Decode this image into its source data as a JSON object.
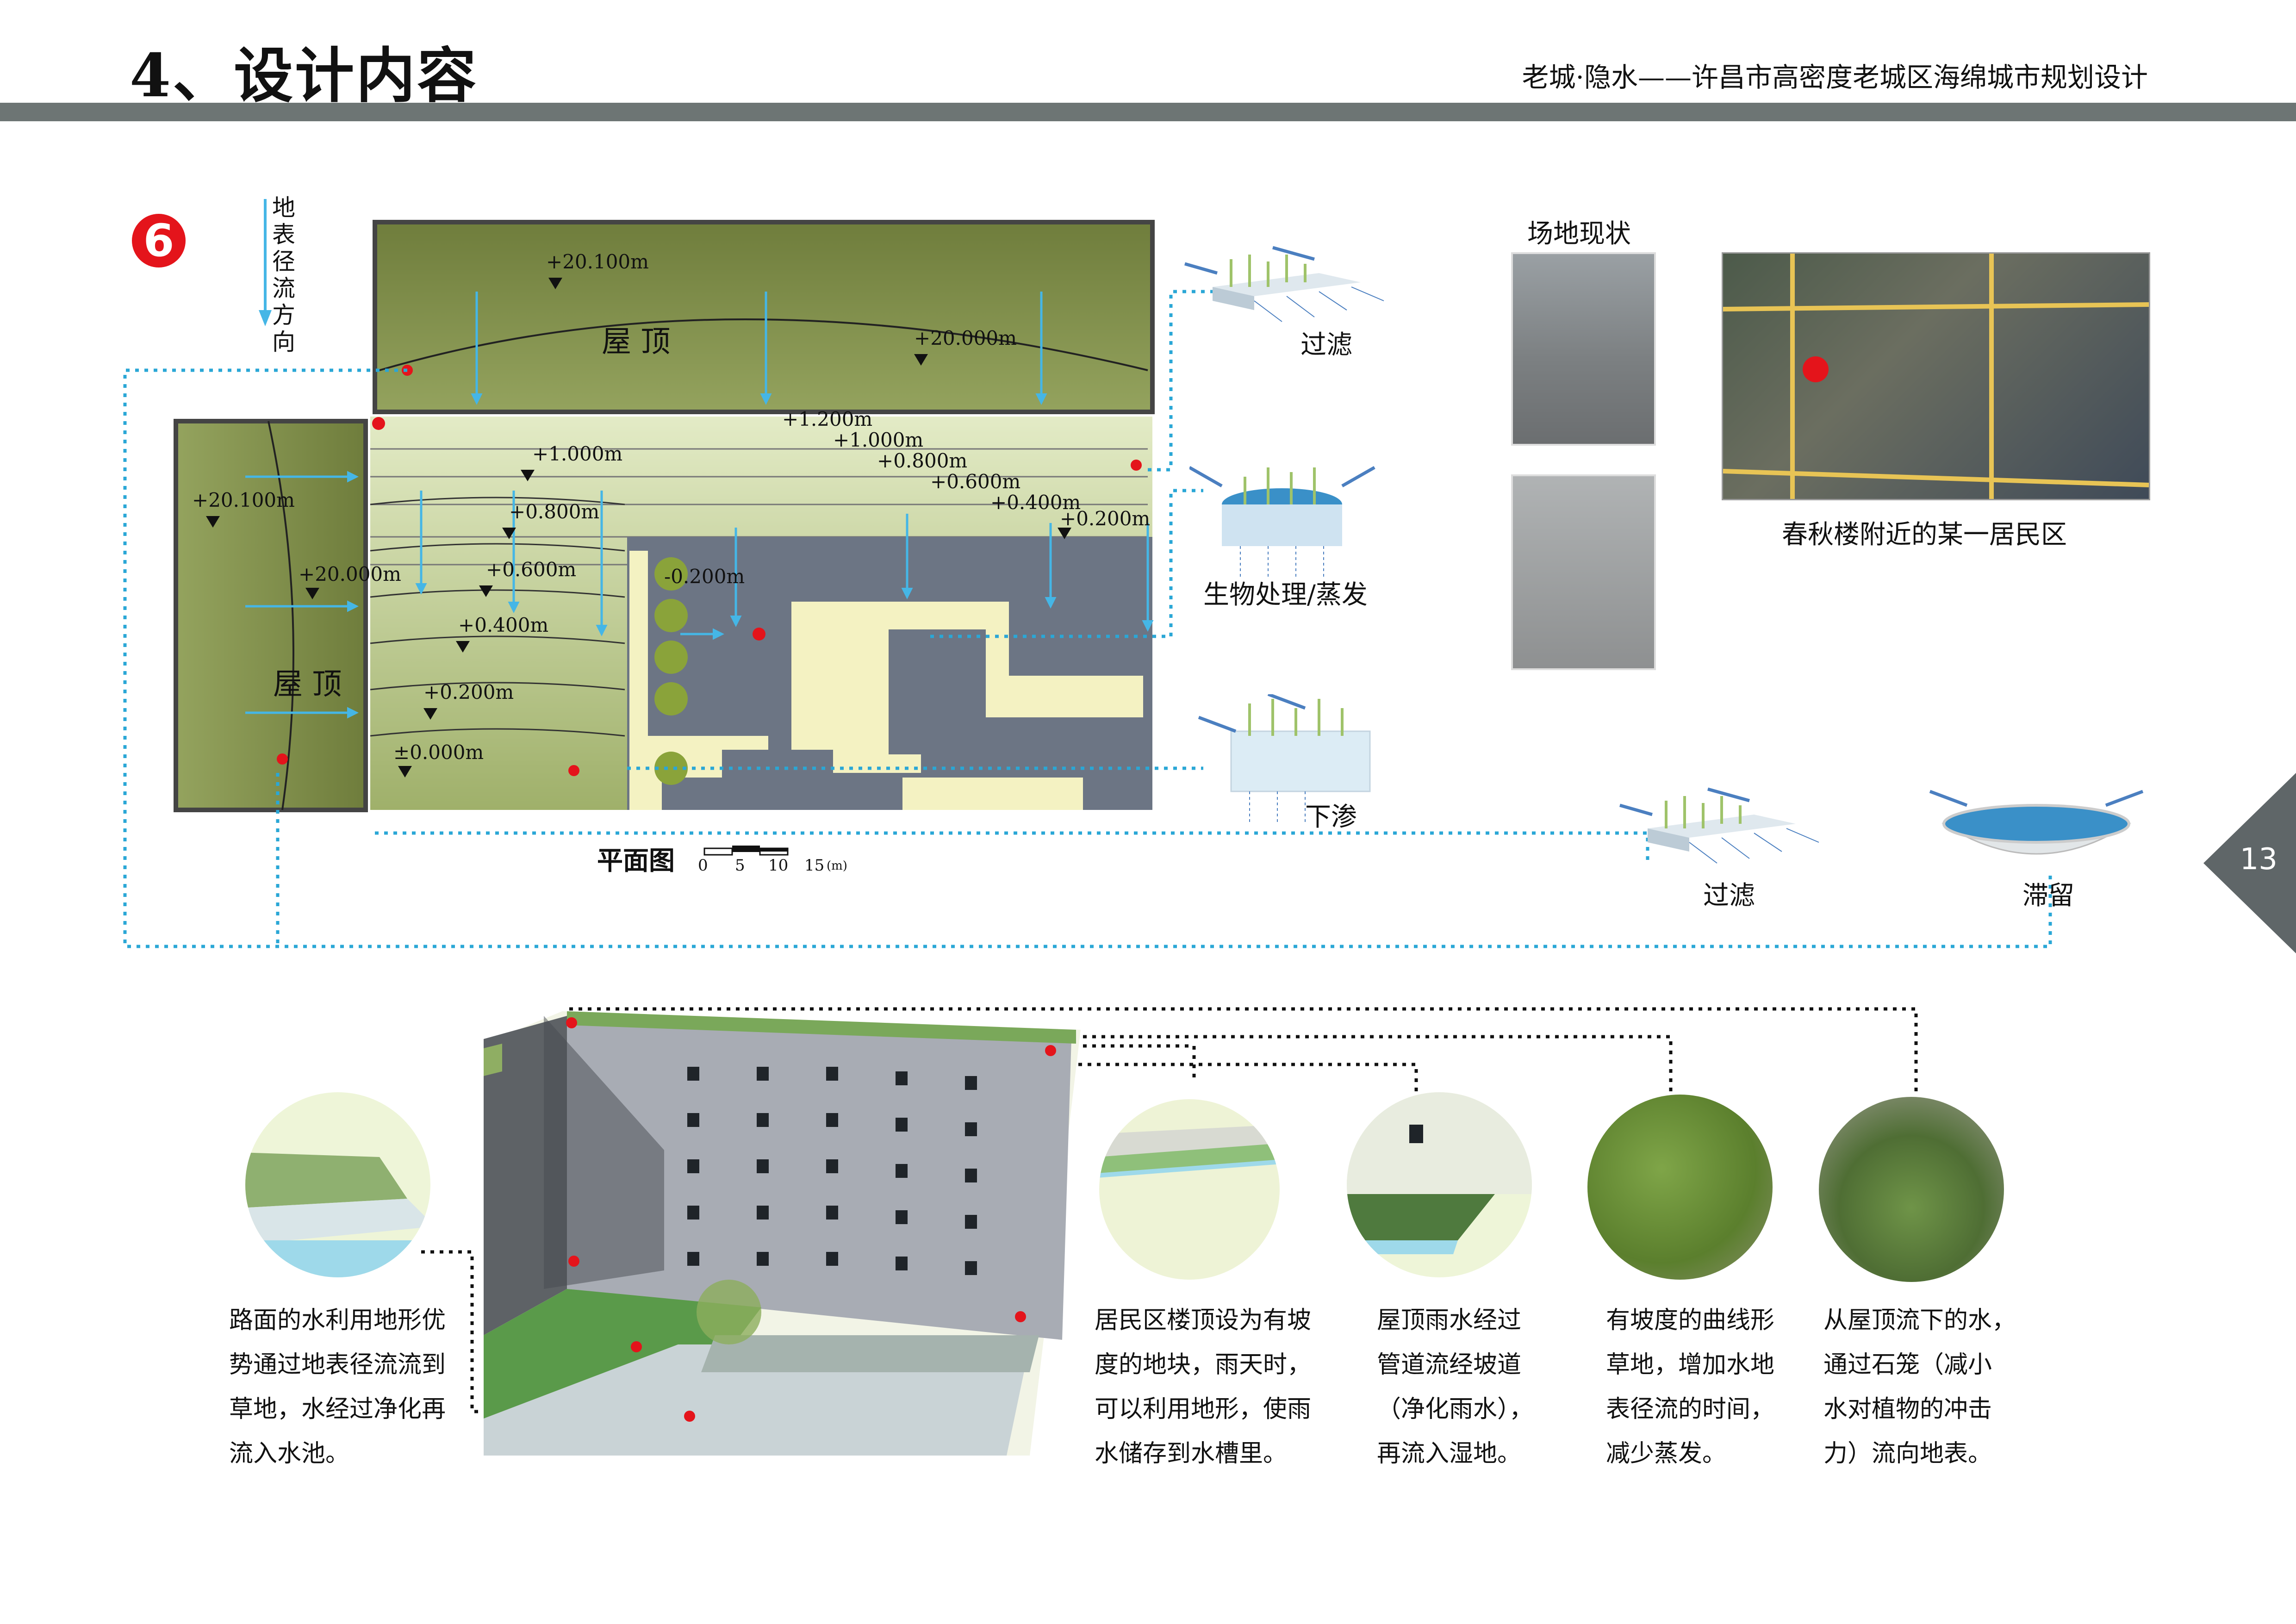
{
  "header": {
    "title": "4、设计内容",
    "subtitle": "老城·隐水——许昌市高密度老城区海绵城市规划设计"
  },
  "page_number": "13",
  "site_number": "6",
  "runoff_label": "地表径流方向",
  "plan": {
    "caption": "平面图",
    "scale_ticks": [
      "0",
      "5",
      "10",
      "15"
    ],
    "scale_unit": "(m)",
    "roof_label_top": "屋 顶",
    "roof_label_left": "屋 顶",
    "elevations": [
      "+20.100m",
      "+20.000m",
      "+20.100m",
      "+20.000m",
      "+1.200m",
      "+1.000m",
      "+0.800m",
      "+0.600m",
      "+0.400m",
      "+0.200m",
      "+1.000m",
      "+0.800m",
      "+0.600m",
      "+0.400m",
      "+0.200m",
      "±0.000m",
      "-0.200m"
    ]
  },
  "processes": {
    "filter_top": "过滤",
    "bio": "生物处理/蒸发",
    "infiltrate": "下渗",
    "filter_bottom": "过滤",
    "retain": "滞留"
  },
  "site_status": {
    "title": "场地现状",
    "map_caption": "春秋楼附近的某一居民区"
  },
  "descriptions": [
    [
      "路面的水利用地形优",
      "势通过地表径流流到",
      "草地，水经过净化再",
      "流入水池。"
    ],
    [
      "居民区楼顶设为有坡",
      "度的地块，雨天时，",
      "可以利用地形，使雨",
      "水储存到水槽里。"
    ],
    [
      "屋顶雨水经过",
      "管道流经坡道",
      "（净化雨水），",
      "再流入湿地。"
    ],
    [
      "有坡度的曲线形",
      "草地，增加水地",
      "表径流的时间，",
      "减少蒸发。"
    ],
    [
      "从屋顶流下的水，",
      "通过石笼（减小",
      "水对植物的冲击",
      "力）流向地表。"
    ]
  ],
  "colors": {
    "header_bar": "#6d7574",
    "roof_green": "#7c8a45",
    "water_arrow": "#45b6e6",
    "marker_red": "#e4141b",
    "plaza_gray": "#6c7584",
    "path_cream": "#f4f2c2"
  }
}
